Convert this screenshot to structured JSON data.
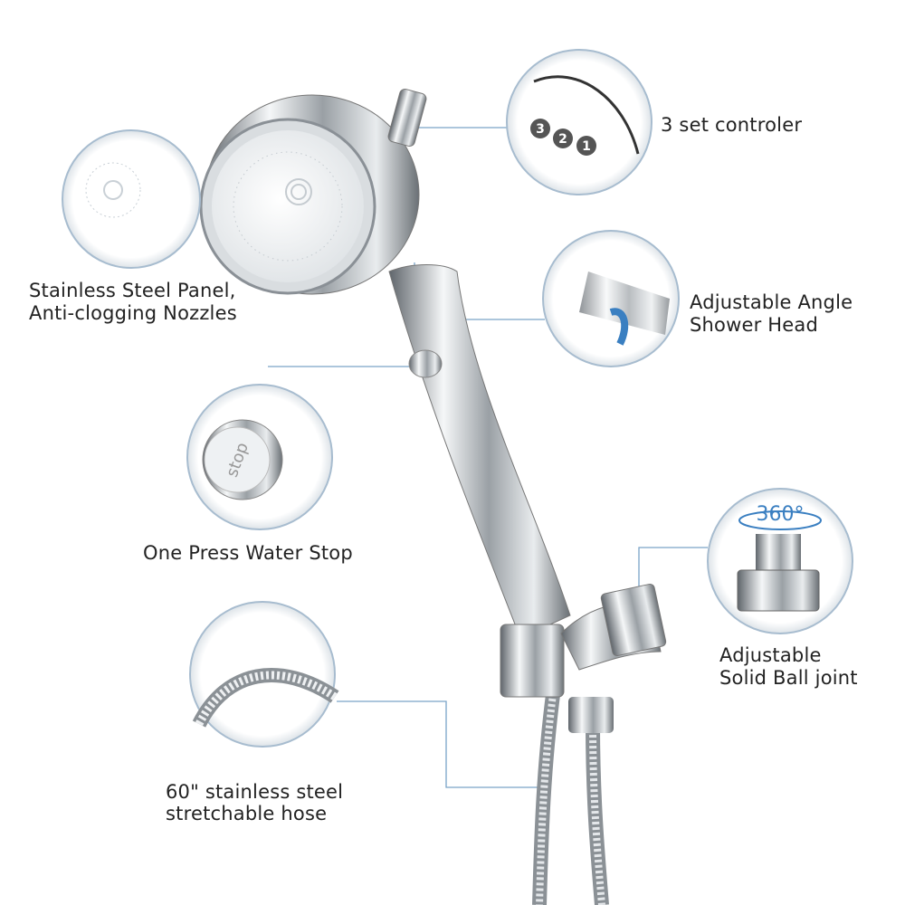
{
  "colors": {
    "line": "#7aa3c8",
    "ring": "#9fb8cf",
    "chrome_dark": "#6e7378",
    "chrome_light": "#f2f4f6",
    "text": "#222222"
  },
  "callouts": {
    "controller": {
      "label": "3 set controler",
      "numbers": [
        "3",
        "2",
        "1"
      ]
    },
    "panel": {
      "line1": "Stainless Steel Panel,",
      "line2": "Anti-clogging Nozzles"
    },
    "angle": {
      "line1": "Adjustable Angle",
      "line2": "Shower Head"
    },
    "stop": {
      "label": "One Press Water Stop",
      "button_text": "stop"
    },
    "ball_joint": {
      "line1": "Adjustable",
      "line2": "Solid Ball joint",
      "rotation_text": "360°"
    },
    "hose": {
      "line1": "60\" stainless steel",
      "line2": "stretchable hose"
    }
  }
}
